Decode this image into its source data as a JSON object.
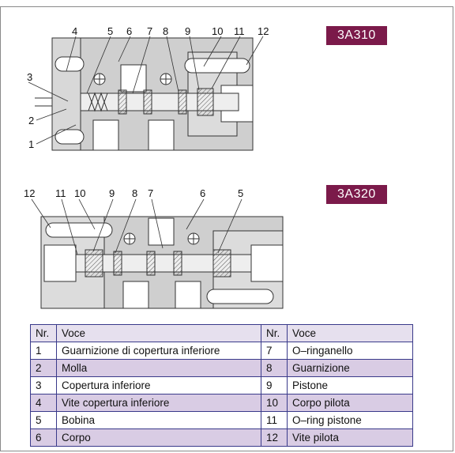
{
  "models": {
    "top": "3A310",
    "bottom": "3A320"
  },
  "callouts": {
    "top": [
      "4",
      "5",
      "6",
      "7",
      "8",
      "9",
      "10",
      "11",
      "12",
      "3",
      "2",
      "1"
    ],
    "bottom": [
      "12",
      "11",
      "10",
      "9",
      "8",
      "7",
      "6",
      "5"
    ]
  },
  "table": {
    "headers": [
      "Nr.",
      "Voce",
      "Nr.",
      "Voce"
    ],
    "rows": [
      {
        "nr1": "1",
        "voce1": "Guarnizione di copertura inferiore",
        "nr2": "7",
        "voce2": "O–ringanello"
      },
      {
        "nr1": "2",
        "voce1": "Molla",
        "nr2": "8",
        "voce2": "Guarnizione"
      },
      {
        "nr1": "3",
        "voce1": "Copertura inferiore",
        "nr2": "9",
        "voce2": "Pistone"
      },
      {
        "nr1": "4",
        "voce1": "Vite copertura inferiore",
        "nr2": "10",
        "voce2": "Corpo pilota"
      },
      {
        "nr1": "5",
        "voce1": "Bobina",
        "nr2": "11",
        "voce2": "O–ring pistone"
      },
      {
        "nr1": "6",
        "voce1": "Corpo",
        "nr2": "12",
        "voce2": "Vite pilota"
      }
    ]
  },
  "colors": {
    "badge": "#7b1a4a",
    "body_fill": "#cfcfcf",
    "table_border": "#3a3a8a",
    "row_tint": "#d9cce4"
  }
}
